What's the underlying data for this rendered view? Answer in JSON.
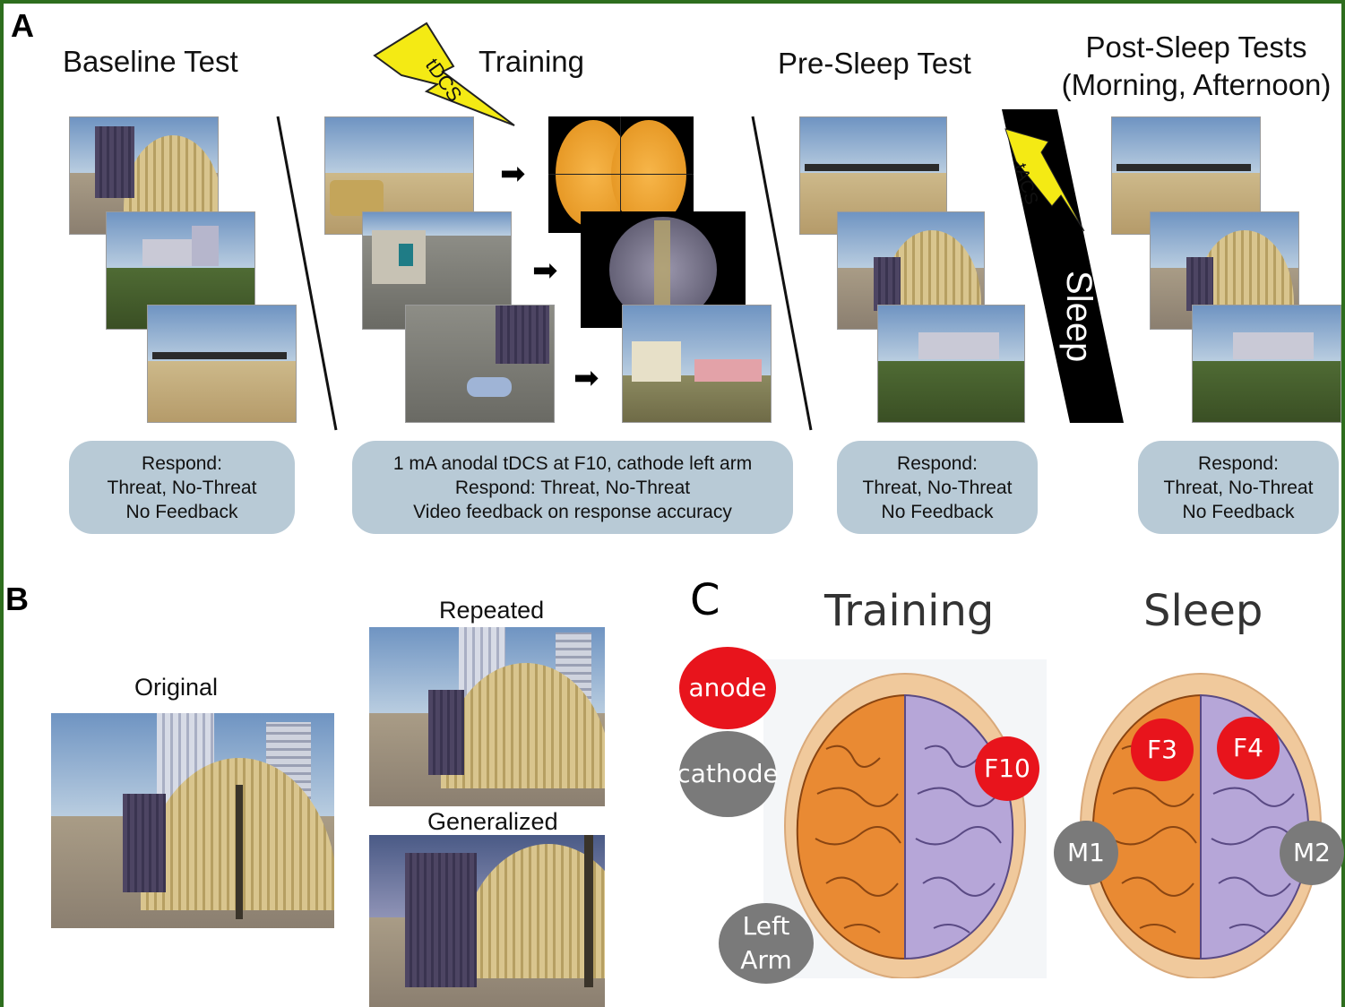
{
  "panel_a": {
    "letter": "A",
    "headings": {
      "baseline": "Baseline Test",
      "training": "Training",
      "presleep": "Pre-Sleep Test",
      "postsleep_line1": "Post-Sleep Tests",
      "postsleep_line2": "(Morning, Afternoon)"
    },
    "tdcs_label": "tDCS",
    "tacs_label": "tACS",
    "sleep_label": "Sleep",
    "boxes": {
      "baseline": [
        "Respond:",
        "Threat, No-Threat",
        "No Feedback"
      ],
      "training": [
        "1 mA anodal tDCS at F10, cathode left arm",
        "Respond: Threat, No-Threat",
        "Video feedback on response accuracy"
      ],
      "presleep": [
        "Respond:",
        "Threat, No-Threat",
        "No Feedback"
      ],
      "postsleep": [
        "Respond:",
        "Threat, No-Threat",
        "No Feedback"
      ]
    },
    "colors": {
      "lightning": "#f4ea14",
      "box": "#b8cad6",
      "border": "#2e6e1e"
    }
  },
  "panel_b": {
    "letter": "B",
    "original": "Original",
    "repeated": "Repeated",
    "generalized": "Generalized"
  },
  "panel_c": {
    "letter": "C",
    "training": "Training",
    "sleep": "Sleep",
    "anode": "anode",
    "cathode": "cathode",
    "left_arm_line1": "Left",
    "left_arm_line2": "Arm",
    "electrodes": {
      "f10": "F10",
      "f3": "F3",
      "f4": "F4",
      "m1": "M1",
      "m2": "M2"
    },
    "colors": {
      "anode": "#e8141c",
      "cathode": "#7a7a7a"
    }
  }
}
